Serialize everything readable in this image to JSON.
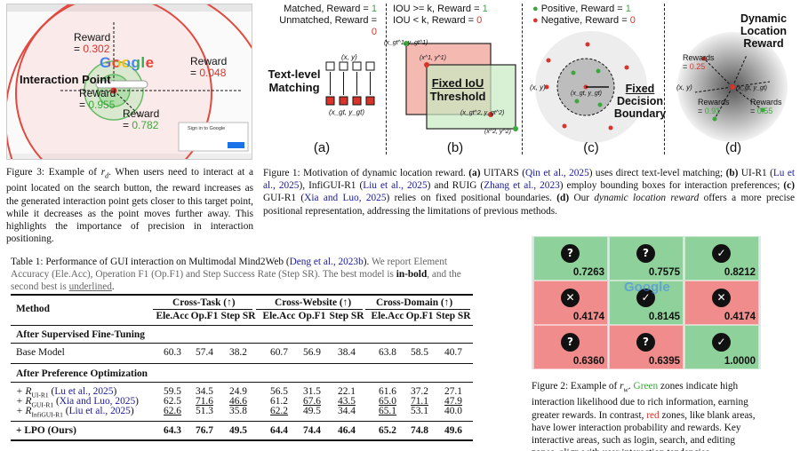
{
  "fig3": {
    "reward_label": "Reward",
    "rewards": [
      "0.302",
      "0.048",
      "0.955",
      "0.782"
    ],
    "interaction_point": "Interaction Point",
    "google": "Google",
    "signin": "Sign in to Google",
    "caption_prefix": "Figure 3: Example of ",
    "caption_symbol": "r",
    "caption_sub": "d",
    "caption_rest": ". When users need to interact at a point located on the search button, the reward increases as the generated interaction point gets closer to this target point, while it decreases as the point moves further away. This highlights the importance of precision in interaction positioning."
  },
  "fig1": {
    "a": {
      "legend_1": "Matched,   Reward = ",
      "legend_1_val": "1",
      "legend_2": "Unmatched, Reward = ",
      "legend_2_val": "0",
      "title_1": "Text-level",
      "title_2": "Matching",
      "xy": "(x, y)",
      "gt": "(x_gt, y_gt)",
      "label": "(a)"
    },
    "b": {
      "legend_1": "IOU >= k, Reward = ",
      "legend_1_val": "1",
      "legend_2": "IOU < k,  Reward = ",
      "legend_2_val": "0",
      "title_1": "Fixed IoU",
      "title_2": "Threshold",
      "p1": "(x_gt^1, y_gt^1)",
      "p2": "(x^1, y^1)",
      "p3": "(x_gt^2, y_gt^2)",
      "p4": "(x^2, y^2)",
      "label": "(b)"
    },
    "c": {
      "legend_1": "Positive,  Reward = ",
      "legend_1_val": "1",
      "legend_2": "Negative, Reward = ",
      "legend_2_val": "0",
      "title_1": "Fixed",
      "title_2": "Decision",
      "title_3": "Boundary",
      "xy": "(x, y)",
      "gt": "(x_gt, y_gt)",
      "label": "(c)"
    },
    "d": {
      "title_1": "Dynamic",
      "title_2": "Location",
      "title_3": "Reward",
      "rewards_label": "Rewards",
      "v1": "0.25",
      "v2": "0.91",
      "v3": "0.55",
      "xy": "(x, y)",
      "gt": "(x_gt, y_gt)",
      "label": "(d)"
    },
    "caption_parts": [
      {
        "t": "Figure 1: Motivation of dynamic location reward. ",
        "s": ""
      },
      {
        "t": "(a)",
        "s": "b"
      },
      {
        "t": " UITARS (",
        "s": ""
      },
      {
        "t": "Qin et al., 2025",
        "s": "c"
      },
      {
        "t": ") uses direct text-level matching; ",
        "s": ""
      },
      {
        "t": "(b)",
        "s": "b"
      },
      {
        "t": " UI-R1 (",
        "s": ""
      },
      {
        "t": "Lu et al., 2025",
        "s": "c"
      },
      {
        "t": "), InfiGUI-R1 (",
        "s": ""
      },
      {
        "t": "Liu et al., 2025",
        "s": "c"
      },
      {
        "t": ") and RUIG (",
        "s": ""
      },
      {
        "t": "Zhang et al., 2023",
        "s": "c"
      },
      {
        "t": ") employ bounding boxes for interaction preferences; ",
        "s": ""
      },
      {
        "t": "(c)",
        "s": "b"
      },
      {
        "t": " GUI-R1 (",
        "s": ""
      },
      {
        "t": "Xia and Luo, 2025",
        "s": "c"
      },
      {
        "t": ") relies on fixed positional boundaries. ",
        "s": ""
      },
      {
        "t": "(d)",
        "s": "b"
      },
      {
        "t": " Our ",
        "s": ""
      },
      {
        "t": "dynamic location reward",
        "s": "i"
      },
      {
        "t": " offers a more precise positional representation, addressing the limitations of previous methods.",
        "s": ""
      }
    ]
  },
  "table1": {
    "caption_1": "Table 1: Performance of GUI interaction on Multimodal Mind2Web (",
    "caption_cite": "Deng et al., 2023b",
    "caption_2": "). ",
    "caption_gray_1": "We report Element Accuracy (Ele.Acc), Operation F1 (Op.F1) and Step Success Rate (Step SR). The best model is ",
    "caption_bold": "in-bold",
    "caption_gray_2": ", and the second best is ",
    "caption_ul": "underlined",
    "caption_end": ".",
    "method_header": "Method",
    "groups": [
      "Cross-Task (↑)",
      "Cross-Website (↑)",
      "Cross-Domain (↑)"
    ],
    "metrics": [
      "Ele.Acc",
      "Op.F1",
      "Step SR",
      "Ele.Acc",
      "Op.F1",
      "Step SR",
      "Ele.Acc",
      "Op.F1",
      "Step SR"
    ],
    "section_1": "After Supervised Fine-Tuning",
    "section_2": "After Preference Optimization",
    "base": {
      "name": "Base Model",
      "vals": [
        "60.3",
        "57.4",
        "38.2",
        "60.7",
        "56.9",
        "38.4",
        "63.8",
        "58.5",
        "40.7"
      ]
    },
    "rows": [
      {
        "prefix": "+ R",
        "sub": "UI-R1",
        "cite": "Lu et al., 2025",
        "vals": [
          "59.5",
          "34.5",
          "24.9",
          "56.5",
          "31.5",
          "22.1",
          "61.6",
          "37.2",
          "27.1"
        ],
        "ul": []
      },
      {
        "prefix": "+ R",
        "sub": "GUI-R1",
        "cite": "Xia and Luo, 2025",
        "vals": [
          "62.5",
          "71.6",
          "46.6",
          "61.2",
          "67.6",
          "43.5",
          "65.0",
          "71.1",
          "47.9"
        ],
        "ul": [
          1,
          2,
          4,
          5,
          6,
          7,
          8
        ]
      },
      {
        "prefix": "+ R",
        "sub": "InfiGUI-R1",
        "cite": "Liu et al., 2025",
        "vals": [
          "62.6",
          "51.3",
          "35.8",
          "62.2",
          "49.5",
          "34.4",
          "65.1",
          "53.1",
          "40.0"
        ],
        "ul": [
          0,
          3,
          6
        ]
      }
    ],
    "lpo": {
      "name": "+ LPO (Ours)",
      "vals": [
        "64.3",
        "76.7",
        "49.5",
        "64.4",
        "74.4",
        "46.4",
        "65.2",
        "74.8",
        "49.6"
      ]
    }
  },
  "fig2": {
    "tiles": [
      {
        "val": "0.7263",
        "zone": "green",
        "mark": "?"
      },
      {
        "val": "0.7575",
        "zone": "green",
        "mark": "?"
      },
      {
        "val": "0.8212",
        "zone": "green",
        "mark": "✓"
      },
      {
        "val": "0.4174",
        "zone": "red",
        "mark": "✕"
      },
      {
        "val": "0.8145",
        "zone": "green",
        "mark": "✓"
      },
      {
        "val": "0.4174",
        "zone": "red",
        "mark": "✕"
      },
      {
        "val": "0.6360",
        "zone": "red",
        "mark": "?"
      },
      {
        "val": "0.6395",
        "zone": "red",
        "mark": "?"
      },
      {
        "val": "1.0000",
        "zone": "green",
        "mark": "✓"
      }
    ],
    "google": "Google",
    "green_color": "#8fd19a",
    "red_color": "#f08c8c",
    "caption_prefix": "Figure 2: Example of ",
    "caption_symbol": "r",
    "caption_sub": "w",
    "caption_mid": ". ",
    "caption_green": "Green",
    "caption_a": " zones indicate high interaction likelihood due to rich information, earning greater rewards. In contrast, ",
    "caption_red": "red",
    "caption_b": " zones, like blank areas, have lower interaction probability and rewards. Key interactive areas, such as login, search, and editing zones, align with user interaction tendencies."
  }
}
